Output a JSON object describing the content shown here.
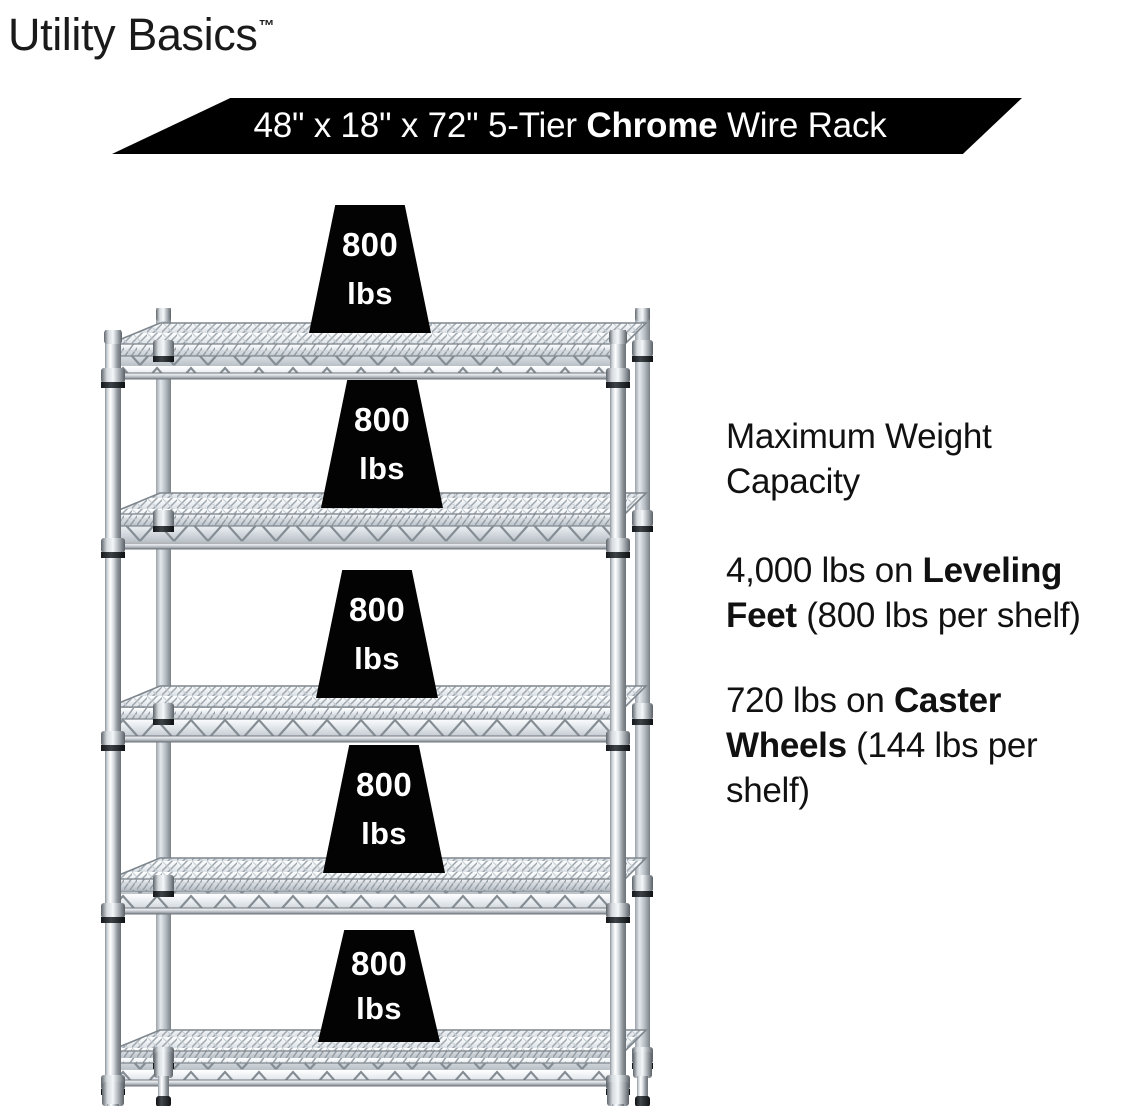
{
  "brand": {
    "name": "Utility Basics",
    "trademark": "™"
  },
  "banner": {
    "dimensions": "48\" x 18\" x 72\"",
    "tier": "5-Tier",
    "material": "Chrome",
    "product": "Wire Rack",
    "full_text": "48\" x 18\" x 72\" 5-Tier Chrome Wire Rack",
    "bold_word": "Chrome",
    "background_color": "#000000",
    "text_color": "#FFFFFF"
  },
  "info": {
    "heading": "Maximum Weight Capacity",
    "leveling": {
      "total": "4,000 lbs on ",
      "bold": "Leveling Feet",
      "detail": " (800 lbs per shelf)",
      "full_text": "4,000 lbs on Leveling Feet (800 lbs per shelf)"
    },
    "caster": {
      "total": "720 lbs on ",
      "bold": "Caster Wheels",
      "detail": " (144 lbs per shelf)",
      "full_text": "720 lbs on Caster Wheels (144 lbs per shelf)"
    }
  },
  "rack": {
    "shelf_count": 5,
    "per_shelf_capacity": "800",
    "capacity_unit": "lbs",
    "finish": "chrome",
    "callouts": [
      {
        "value": "800",
        "unit": "lbs",
        "shelf": 1
      },
      {
        "value": "800",
        "unit": "lbs",
        "shelf": 2
      },
      {
        "value": "800",
        "unit": "lbs",
        "shelf": 3
      },
      {
        "value": "800",
        "unit": "lbs",
        "shelf": 4
      },
      {
        "value": "800",
        "unit": "lbs",
        "shelf": 5
      }
    ],
    "colors": {
      "chrome_light": "#fbfcfd",
      "chrome_mid": "#c3c9ce",
      "chrome_dark": "#6f767c",
      "collar": "#2b2f33",
      "foot": "#1d1f21",
      "callout_bg": "#030303",
      "callout_text": "#FFFFFF"
    }
  }
}
